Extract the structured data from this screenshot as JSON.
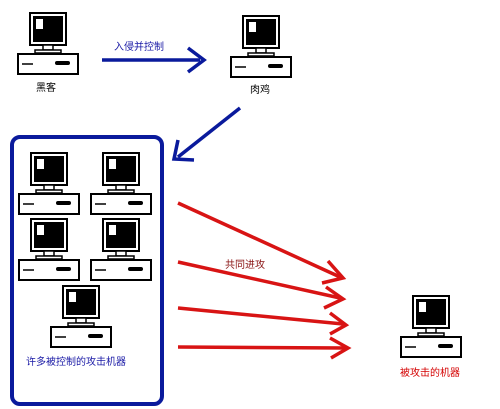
{
  "labels": {
    "hacker": "黑客",
    "intrude": "入侵并控制",
    "zombie": "肉鸡",
    "joint_attack": "共同进攻",
    "controlled_group": "许多被控制的攻击机器",
    "victim": "被攻击的机器"
  },
  "colors": {
    "blue": "#0a1a9c",
    "red": "#d81414",
    "label_red": "#d40000",
    "label_purple": "#8a1414",
    "label_blue": "#1a1aa6",
    "computer_outline": "#000000"
  },
  "icons": {
    "computer": "desktop-computer-icon"
  }
}
